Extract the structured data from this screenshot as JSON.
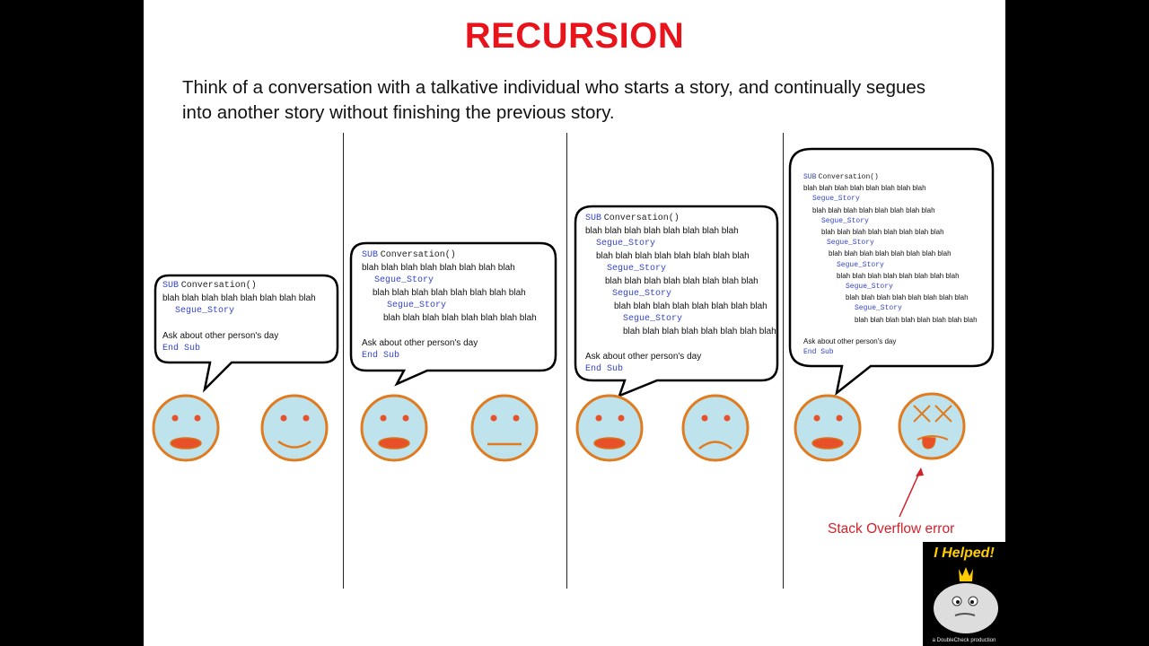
{
  "title": "RECURSION",
  "intro": "Think of a conversation with a talkative individual who starts a story, and continually segues into another story without finishing the previous story.",
  "code": {
    "sub_kw": "SUB",
    "sub_name": "Conversation()",
    "blah": "blah blah blah blah blah blah blah blah",
    "segue": "Segue_Story",
    "ask": "Ask about other person's day",
    "end": "End Sub"
  },
  "error_label": "Stack Overflow error",
  "badge": {
    "text": "I Helped!",
    "foot": "a DoubleCheck production"
  },
  "listener_moods": [
    "smile",
    "neutral",
    "frown",
    "dead"
  ],
  "colors": {
    "title": "#e8141b",
    "keyword": "#3344cc",
    "face_fill": "#bfe3ec",
    "face_stroke": "#e07b1f",
    "mouth": "#e8502a",
    "error": "#d2232a"
  }
}
